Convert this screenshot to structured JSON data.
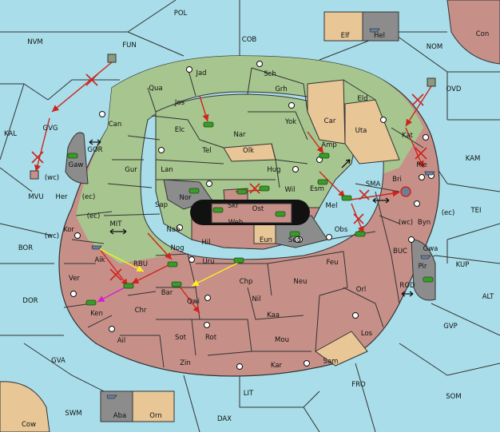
{
  "colors": {
    "sea": "#a8dde9",
    "green": "#a7c58e",
    "rose": "#c69088",
    "tan": "#e8c696",
    "grey": "#8c8c8c",
    "black": "#111111",
    "white": "#ffffff",
    "order_red": "#d0231b",
    "order_yellow": "#ffee22",
    "order_magenta": "#d61ad6"
  },
  "sea_labels": {
    "pol": "POL",
    "fun": "FUN",
    "nvm": "NVM",
    "cob": "COB",
    "nom": "NOM",
    "ovd": "OVD",
    "kal": "KAL",
    "kam": "KAM",
    "gor": "GOR",
    "mvu": "MVU",
    "bor": "BOR",
    "mit": "MIT",
    "rbu": "RBU",
    "sma": "SMA",
    "tei": "TEI",
    "buc": "BUC",
    "kup": "KUP",
    "alt": "ALT",
    "dor": "DOR",
    "rod": "ROD",
    "gvp": "GVP",
    "gva": "GVA",
    "fro": "FRO",
    "som": "SOM",
    "swm": "SWM",
    "lit": "LIT",
    "dax": "DAX"
  },
  "land_labels": {
    "jad": "Jad",
    "sch": "Sch",
    "qua": "Qua",
    "jos": "Jos",
    "grh": "Grh",
    "eld": "Eld",
    "can": "Can",
    "yok": "Yok",
    "car": "Car",
    "elc": "Elc",
    "nar": "Nar",
    "uta": "Uta",
    "kat": "Kat",
    "tel": "Tel",
    "olk": "Olk",
    "amp": "Amp",
    "gvg": "GVG",
    "gaw": "Gaw",
    "gur": "Gur",
    "lan": "Lan",
    "hug": "Hug",
    "rie": "Rie",
    "bri": "Bri",
    "esm": "Esm",
    "nor": "Nor",
    "skr": "Skr",
    "wil": "Wil",
    "ost": "Ost",
    "her": "Her",
    "sap": "Sap",
    "web": "Web",
    "mel": "Mel",
    "byn": "Byn",
    "kor": "Kor",
    "nab": "Nab",
    "eun": "Eun",
    "sun": "Sun",
    "obs": "Obs",
    "hil": "Hil",
    "gwa": "Gwa",
    "aik": "Aik",
    "nog": "Nog",
    "uru": "Uru",
    "feu": "Feu",
    "pir": "Pir",
    "ver": "Ver",
    "chp": "Chp",
    "neu": "Neu",
    "orl": "Orl",
    "bar": "Bar",
    "qwi": "Qwi",
    "chr": "Chr",
    "nil": "Nil",
    "ken": "Ken",
    "kaa": "Kaa",
    "los": "Los",
    "ail": "Ail",
    "sot": "Sot",
    "rot": "Rot",
    "mou": "Mou",
    "zin": "Zin",
    "kar": "Kar",
    "sam": "Sam"
  },
  "coast_tags": {
    "wc_mvu": "(wc)",
    "ec_her": "(ec)",
    "ec_kor": "(ec)",
    "wc_kor": "(wc)",
    "wc_byn": "(wc)",
    "ec_byn": "(ec)"
  },
  "legend": {
    "elf": "Elf",
    "hel": "Hel",
    "con": "Con",
    "aba": "Aba",
    "orn": "Orn",
    "cow": "Cow"
  }
}
